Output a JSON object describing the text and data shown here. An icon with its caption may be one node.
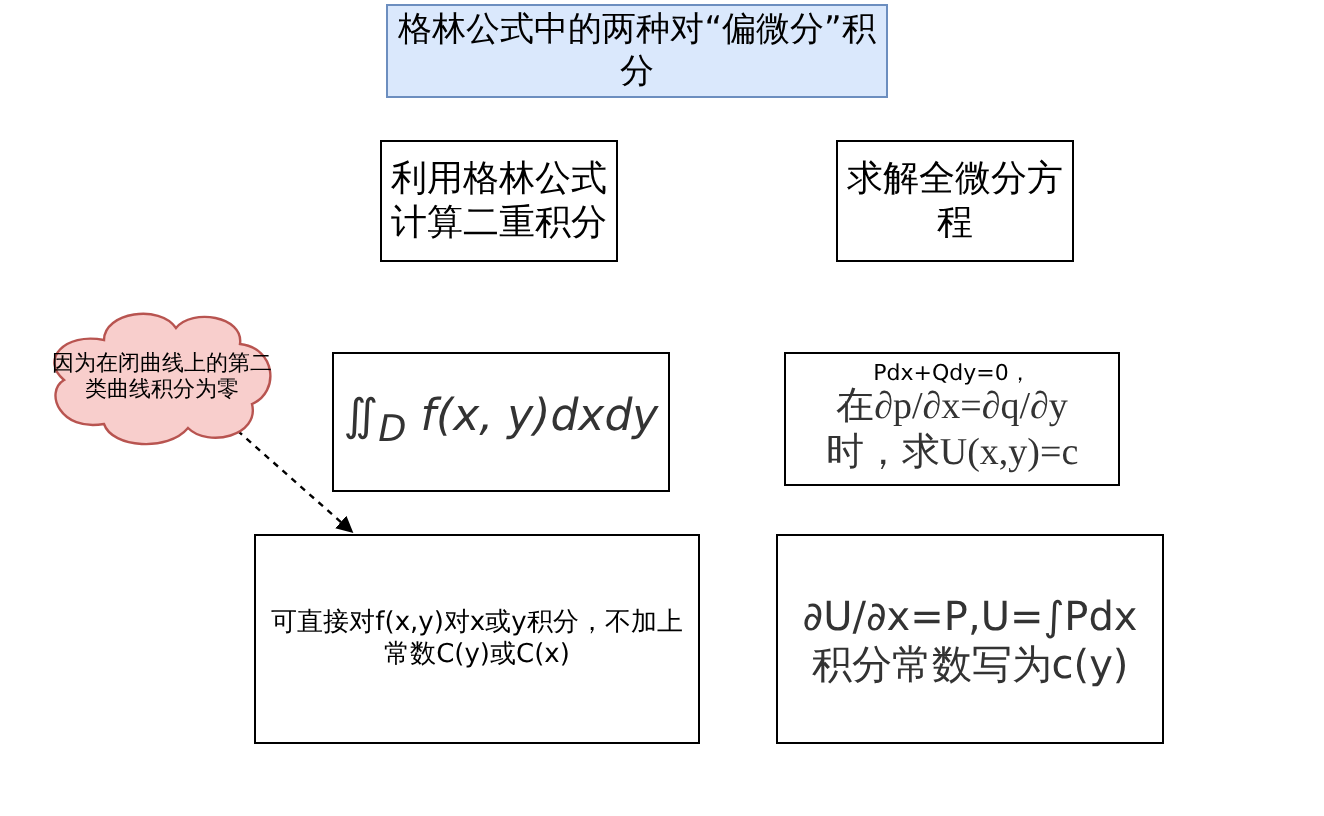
{
  "diagram": {
    "nodes": [
      {
        "text": [
          "格林公式中的两种对“偏微分”积分"
        ]
      },
      {
        "text": [
          "利用格林公式计算二重积分"
        ]
      },
      {
        "text": [
          "求解全微分方程"
        ]
      },
      {
        "text": [
          "因为在闭曲线上的第二类曲线积分为零"
        ]
      },
      {
        "text": [
          "∬$_{D}$ f(x, y)dxdy"
        ]
      },
      {
        "text": [
          "Pdx+Qdy=0，",
          "在∂p/∂x=∂q/∂y时，求U(x,y)=c"
        ]
      },
      {
        "text": [
          "可直接对f(x,y)对x或y积分，不加上常数C(y)或C(x)"
        ]
      },
      {
        "text": [
          "∂U/∂x=P,U=∫Pdx积分常数写为c(y)"
        ]
      }
    ],
    "edges": [
      {
        "from": 3,
        "to": 6,
        "arrow": "to",
        "style": "dashed"
      }
    ]
  }
}
